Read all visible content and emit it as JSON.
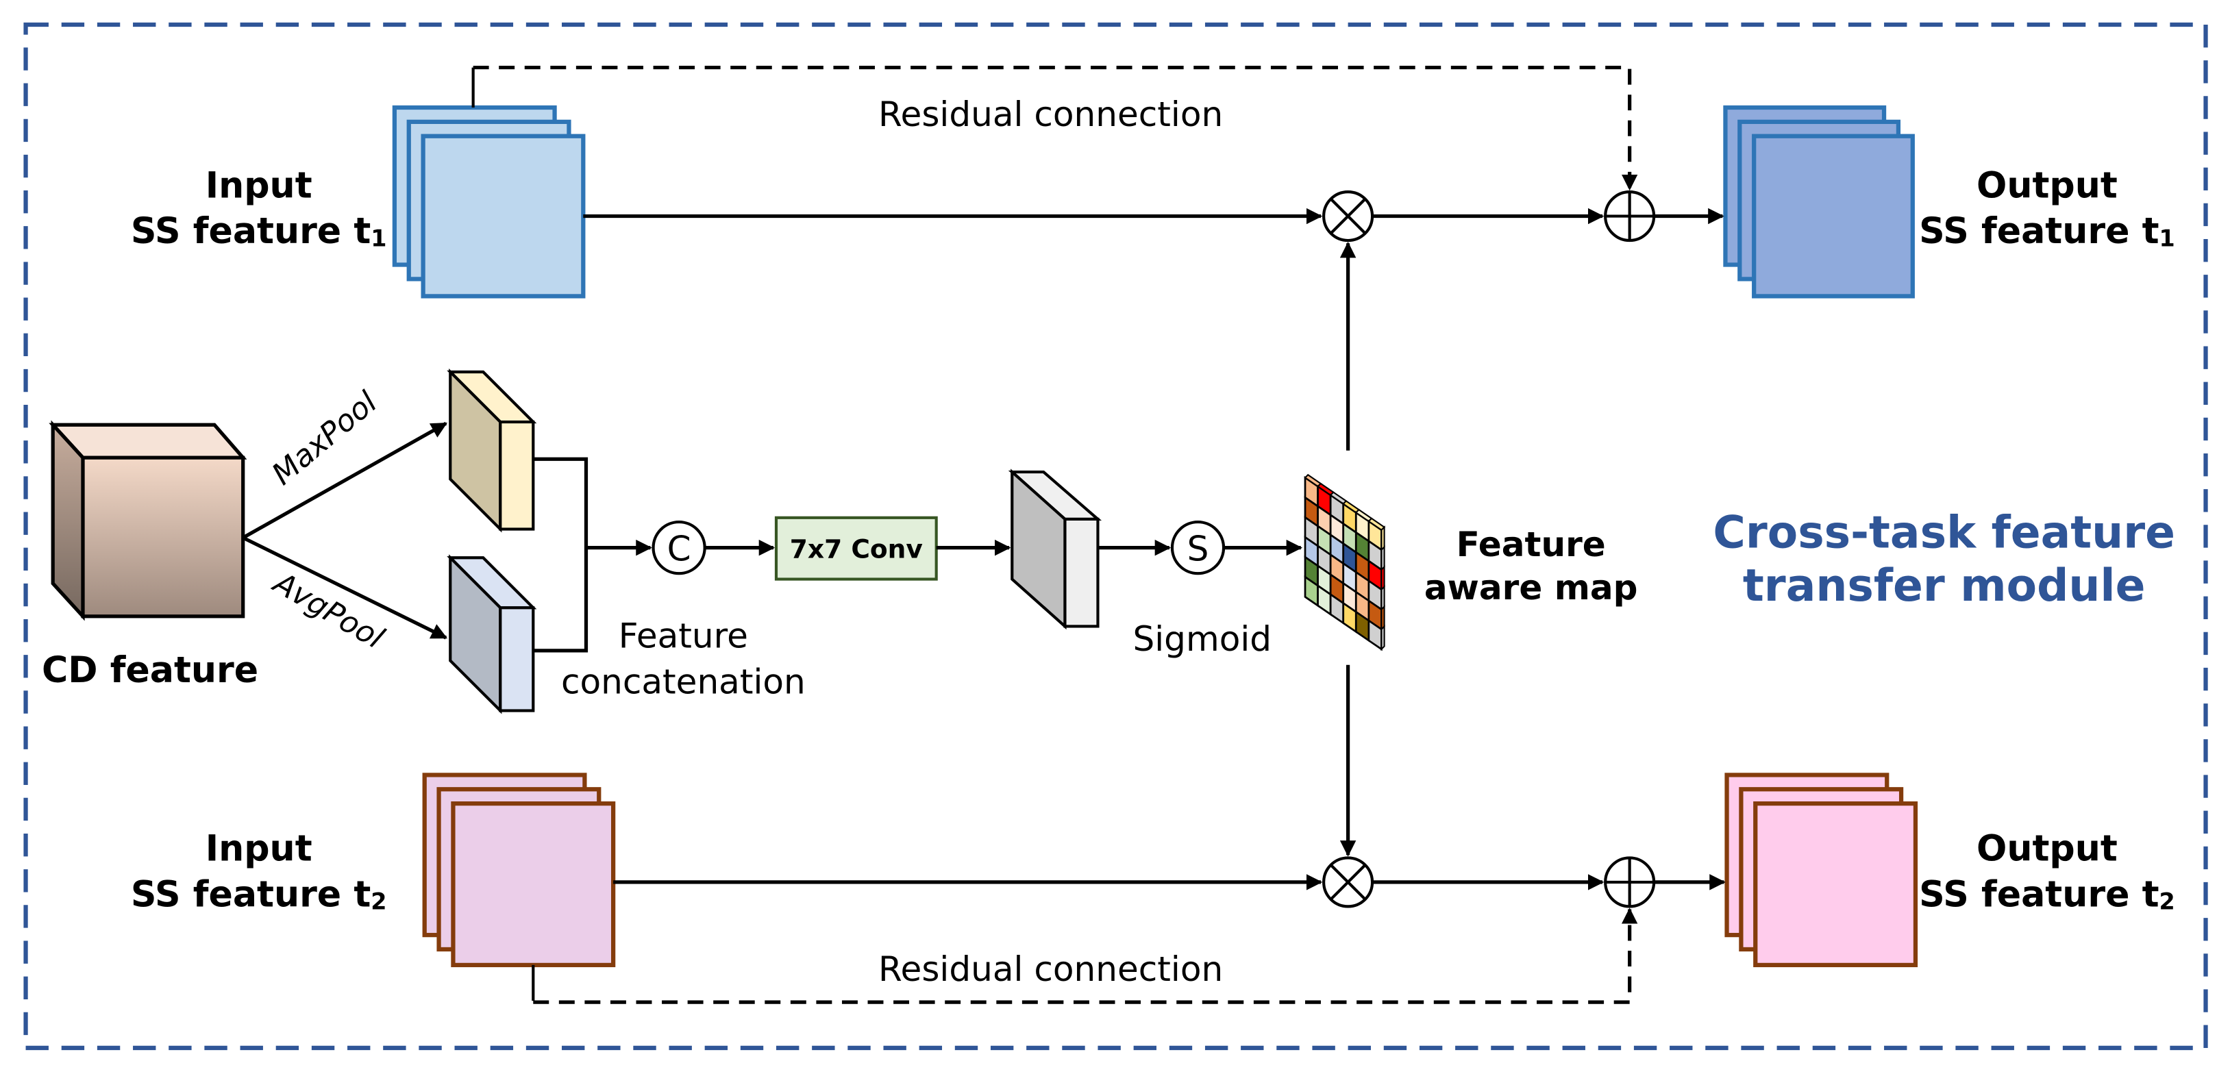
{
  "colors": {
    "frame": "#2f5597",
    "title": "#2f5597",
    "input_t1_fill": "#bdd7ee",
    "input_t1_stroke": "#2e75b6",
    "output_t1_fill": "#8faadc",
    "output_t1_stroke": "#2e75b6",
    "input_t2_fill": "#ebcee9",
    "input_t2_stroke": "#843c0c",
    "output_t2_fill": "#ffccec",
    "output_t2_stroke": "#843c0c",
    "conv_fill": "#e2efda",
    "conv_stroke": "#375623"
  },
  "title": {
    "line1": "Cross-task feature",
    "line2": "transfer module"
  },
  "nodes": {
    "input_t1": {
      "line1": "Input",
      "line2": "SS feature t",
      "sub": "1"
    },
    "input_t2": {
      "line1": "Input",
      "line2": "SS feature t",
      "sub": "2"
    },
    "output_t1": {
      "line1": "Output",
      "line2": "SS feature t",
      "sub": "1"
    },
    "output_t2": {
      "line1": "Output",
      "line2": "SS feature t",
      "sub": "2"
    },
    "cd_feature": "CD feature",
    "conv": "7x7 Conv",
    "feature_map": {
      "line1": "Feature",
      "line2": "aware map"
    }
  },
  "edges": {
    "maxpool": "MaxPool",
    "avgpool": "AvgPool",
    "residual_top": "Residual connection",
    "residual_bottom": "Residual connection",
    "concat": {
      "line1": "Feature",
      "line2": "concatenation"
    },
    "sigmoid": "Sigmoid"
  },
  "operators": {
    "concat_symbol": "C",
    "sigmoid_symbol": "S",
    "multiply": "⊗",
    "add": "⊕"
  },
  "heatmap_cells": [
    [
      "#f8b887",
      "#c55a11",
      "#d0d0d0",
      "#b4c7e7",
      "#548235",
      "#a9d18e"
    ],
    [
      "#ff0000",
      "#fdcfae",
      "#c5e0b4",
      "#d0d0d0",
      "#e2f0d9",
      "#e2f0d9"
    ],
    [
      "#d0d0d0",
      "#fde9d9",
      "#b4c7e7",
      "#f8b887",
      "#c55a11",
      "#d0d0d0"
    ],
    [
      "#ffd966",
      "#c5e0b4",
      "#2f5597",
      "#dae3f3",
      "#fde9d9",
      "#ffd966"
    ],
    [
      "#fff2cc",
      "#548235",
      "#c55a11",
      "#f8b887",
      "#f8b887",
      "#7f6000"
    ],
    [
      "#ffe699",
      "#d0d0d0",
      "#ff0000",
      "#d0d0d0",
      "#c55a11",
      "#d0d0d0"
    ]
  ]
}
